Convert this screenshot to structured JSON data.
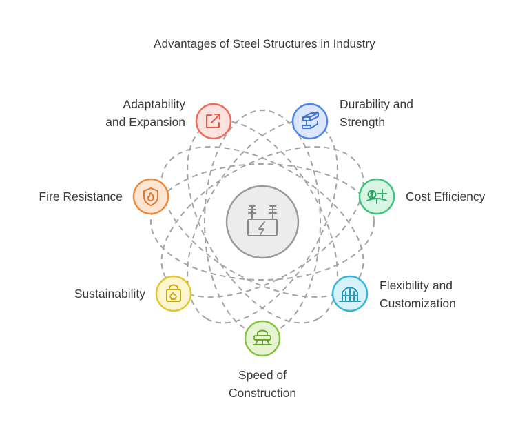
{
  "title": "Advantages of Steel Structures in Industry",
  "center": {
    "icon": "power-substation-icon",
    "fill": "#ececec",
    "stroke": "#9a9a9a"
  },
  "nodes": [
    {
      "id": "adaptability",
      "label": "Adaptability and Expansion",
      "lines": [
        "Adaptability",
        "and Expansion"
      ],
      "icon": "external-link-icon",
      "fill": "#fde3df",
      "stroke": "#ee6a5c"
    },
    {
      "id": "durability",
      "label": "Durability and Strength",
      "lines": [
        "Durability and",
        "Strength"
      ],
      "icon": "steel-beam-icon",
      "fill": "#dbe6fb",
      "stroke": "#4d84ec"
    },
    {
      "id": "cost",
      "label": "Cost Efficiency",
      "lines": [
        "Cost Efficiency"
      ],
      "icon": "money-scale-icon",
      "fill": "#d8f4e3",
      "stroke": "#3cc47c"
    },
    {
      "id": "flexibility",
      "label": "Flexibility and Customization",
      "lines": [
        "Flexibility and",
        "Customization"
      ],
      "icon": "building-icon",
      "fill": "#d6f1f8",
      "stroke": "#36b3d6"
    },
    {
      "id": "speed",
      "label": "Speed of Construction",
      "lines": [
        "Speed of",
        "Construction"
      ],
      "icon": "crane-icon",
      "fill": "#e6f4d3",
      "stroke": "#84c441"
    },
    {
      "id": "sustainability",
      "label": "Sustainability",
      "lines": [
        "Sustainability"
      ],
      "icon": "recycle-bag-icon",
      "fill": "#fcf5d0",
      "stroke": "#e2c630"
    },
    {
      "id": "fire",
      "label": "Fire Resistance",
      "lines": [
        "Fire Resistance"
      ],
      "icon": "fire-shield-icon",
      "fill": "#fde5d2",
      "stroke": "#ee8a3c"
    }
  ]
}
